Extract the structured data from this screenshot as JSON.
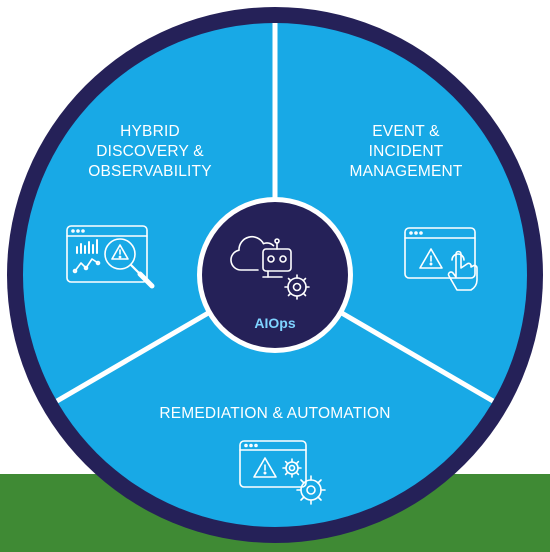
{
  "hub": {
    "label": "AIOps",
    "icon": "cloud-robot-gear-icon"
  },
  "segments": [
    {
      "label_lines": [
        "HYBRID",
        "DISCOVERY &",
        "OBSERVABILITY"
      ],
      "icon": "dashboard-chart-magnifier-alert-icon"
    },
    {
      "label_lines": [
        "EVENT &",
        "INCIDENT",
        "MANAGEMENT"
      ],
      "icon": "browser-alert-pointer-hand-icon"
    },
    {
      "label_lines": [
        "REMEDIATION & AUTOMATION"
      ],
      "icon": "browser-alert-gears-icon"
    }
  ],
  "colors": {
    "ring": "#252158",
    "segment_fill": "#18a9e6",
    "divider": "#ffffff",
    "hub_fill": "#252158",
    "hub_text": "#7fd3ff",
    "icon_stroke": "#ffffff",
    "bar_green": "#3f8a34"
  }
}
